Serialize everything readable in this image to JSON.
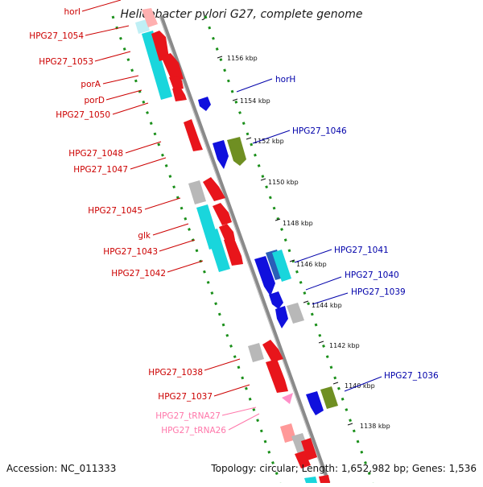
{
  "title": "Helicobacter pylori G27, complete genome",
  "accession": "Accession: NC_011333",
  "summary": "Topology: circular; Length: 1,652,982 bp; Genes: 1,536",
  "ticks": [
    "1156 kbp",
    "1154 kbp",
    "1152 kbp",
    "1150 kbp",
    "1148 kbp",
    "1146 kbp",
    "1144 kbp",
    "1142 kbp",
    "1140 kbp",
    "1138 kbp"
  ],
  "left_labels": [
    "horI",
    "HPG27_1054",
    "HPG27_1053",
    "porA",
    "porD",
    "HPG27_1050",
    "HPG27_1048",
    "HPG27_1047",
    "HPG27_1045",
    "glk",
    "HPG27_1043",
    "HPG27_1042",
    "HPG27_1038",
    "HPG27_1037"
  ],
  "pink_labels": [
    "HPG27_tRNA27",
    "HPG27_tRNA26"
  ],
  "right_labels": [
    "horH",
    "HPG27_1046",
    "HPG27_1041",
    "HPG27_1040",
    "HPG27_1039",
    "HPG27_1036"
  ],
  "colors": {
    "reverse_cds": "#e8151b",
    "forward_cds": "#1010dd",
    "cyan": "#19d6dc",
    "grey": "#b8b8b8",
    "olive": "#6f8f22",
    "trna": "#ff8fc8",
    "dots": "#1a8f1a",
    "axis": "#8a8a8a"
  }
}
